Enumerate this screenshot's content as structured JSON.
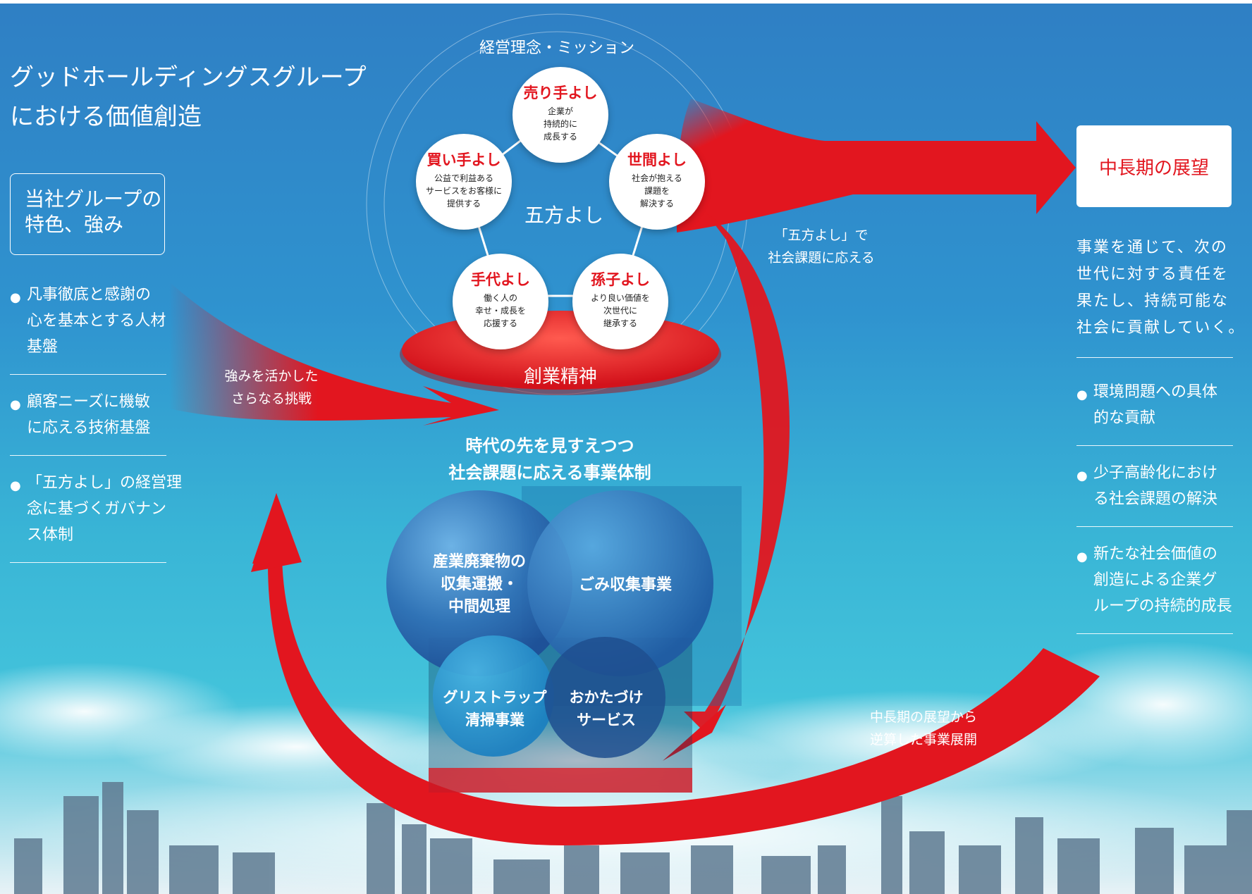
{
  "left": {
    "title_lines": [
      "グッドホールディングスグループ",
      "における価値創造"
    ],
    "strength_box_lines": [
      "当社グループの",
      "特色、強み"
    ],
    "bullets": [
      {
        "lines": [
          "凡事徹底と感謝の",
          "心を基本とする人材",
          "基盤"
        ]
      },
      {
        "lines": [
          "顧客ニーズに機敏",
          "に応える技術基盤"
        ]
      },
      {
        "lines": [
          "「五方よし」の経営理",
          "念に基づくガバナン",
          "ス体制"
        ]
      }
    ]
  },
  "center": {
    "mission_label": "経営理念・ミッション",
    "hub_label": "五方よし",
    "foundation_label": "創業精神",
    "nodes": [
      {
        "title": "売り手よし",
        "desc": [
          "企業が",
          "持続的に",
          "成長する"
        ]
      },
      {
        "title": "世間よし",
        "desc": [
          "社会が抱える",
          "課題を",
          "解決する"
        ]
      },
      {
        "title": "孫子よし",
        "desc": [
          "より良い価値を",
          "次世代に",
          "継承する"
        ]
      },
      {
        "title": "手代よし",
        "desc": [
          "働く人の",
          "幸せ・成長を",
          "応援する"
        ]
      },
      {
        "title": "買い手よし",
        "desc": [
          "公益で利益ある",
          "サービスをお客様に",
          "提供する"
        ]
      }
    ],
    "business_heading": [
      "時代の先を見すえつつ",
      "社会課題に応える事業体制"
    ],
    "businesses": [
      {
        "lines": [
          "産業廃棄物の",
          "収集運搬・",
          "中間処理"
        ]
      },
      {
        "lines": [
          "ごみ収集事業"
        ]
      },
      {
        "lines": [
          "グリストラップ",
          "清掃事業"
        ]
      },
      {
        "lines": [
          "おかたづけ",
          "サービス"
        ]
      }
    ]
  },
  "arrows": {
    "challenge": [
      "強みを活かした",
      "さらなる挑戦"
    ],
    "respond": [
      "「五方よし」で",
      "社会課題に応える"
    ],
    "backcast": [
      "中長期の展望から",
      "逆算した事業展開"
    ]
  },
  "right": {
    "vision_title": "中長期の展望",
    "mission_lines": [
      "事業を通じて、次の",
      "世代に対する責任を",
      "果たし、持続可能な",
      "社会に貢献していく。"
    ],
    "bullets": [
      {
        "lines": [
          "環境問題への具体",
          "的な貢献"
        ]
      },
      {
        "lines": [
          "少子高齢化におけ",
          "る社会課題の解決"
        ]
      },
      {
        "lines": [
          "新たな社会価値の",
          "創造による企業グ",
          "ループの持続的成長"
        ]
      }
    ]
  },
  "colors": {
    "accent_red": "#e2161f",
    "sky_top": "#2f7fc4",
    "sky_mid": "#39b5d6",
    "white": "#ffffff"
  }
}
